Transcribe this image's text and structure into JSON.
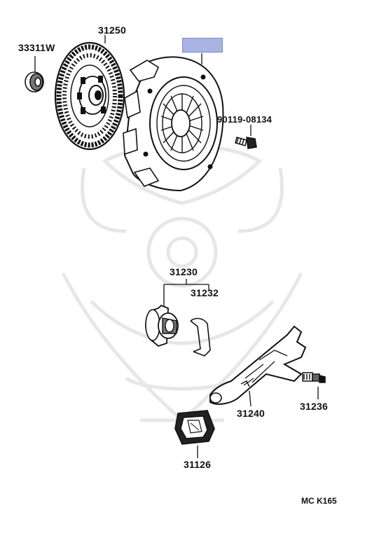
{
  "parts": {
    "p33311w": "33311W",
    "p31250": "31250",
    "p90119": "90119-08134",
    "p31230": "31230",
    "p31232": "31232",
    "p31240": "31240",
    "p31236": "31236",
    "p31126": "31126"
  },
  "reference": "MC K165",
  "highlight_color": "#a9b4e3",
  "icons": [
    "pilot-bearing",
    "clutch-disc",
    "clutch-cover",
    "bolt",
    "release-bearing",
    "hub-clip",
    "release-fork",
    "fork-pivot",
    "fork-boot",
    "watermark-logo"
  ]
}
